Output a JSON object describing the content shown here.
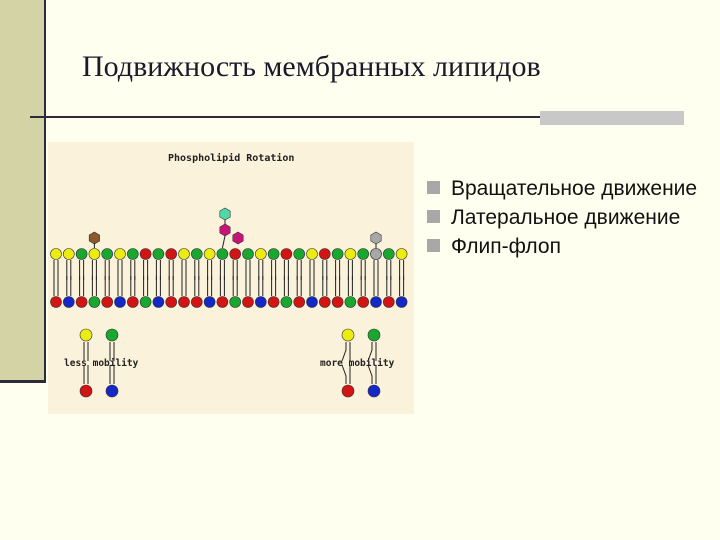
{
  "slide": {
    "title": "Подвижность мембранных липидов"
  },
  "figure": {
    "caption": "Phospholipid Rotation",
    "label_less": "less mobility",
    "label_more": "more mobility",
    "colors": {
      "red": "#d21414",
      "blue": "#1428c8",
      "green": "#18a830",
      "yellow": "#ecec10",
      "magenta": "#c81478",
      "brown": "#8b5a2b",
      "gray": "#a8a8a8",
      "teal": "#50d8a8"
    }
  },
  "bullets": {
    "items": [
      "Вращательное движение",
      "Латеральное движение",
      "Флип-флоп"
    ],
    "marker_color": "#a8a8a8"
  }
}
